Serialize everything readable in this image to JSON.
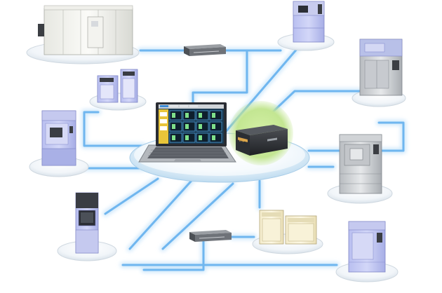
{
  "hub": {
    "laptop": {
      "label": "monitoring-software-laptop",
      "icon": "laptop-icon"
    },
    "controller": {
      "label": "network-controller",
      "icon": "controller-box-icon",
      "logo": "espec",
      "highlight": "#c8ea9b"
    }
  },
  "network": {
    "cable_color": "#6fb6ef",
    "glow_color": "#cfe8fb"
  },
  "devices": [
    {
      "id": "walk-in-chamber",
      "icon": "walk-in-chamber-icon"
    },
    {
      "id": "network-switch-top",
      "icon": "network-switch-icon"
    },
    {
      "id": "small-benchtop-chambers",
      "icon": "benchtop-chamber-icon"
    },
    {
      "id": "standalone-chamber-left",
      "icon": "environmental-chamber-icon"
    },
    {
      "id": "display-chamber-bottom-left",
      "icon": "chamber-with-screen-icon"
    },
    {
      "id": "tall-chamber-top-right",
      "icon": "tall-chamber-icon"
    },
    {
      "id": "thermal-shock-chamber",
      "icon": "thermal-shock-chamber-icon"
    },
    {
      "id": "steel-chamber-right",
      "icon": "steel-chamber-icon"
    },
    {
      "id": "network-switch-bottom",
      "icon": "network-switch-icon"
    },
    {
      "id": "cream-ovens",
      "icon": "oven-icon"
    },
    {
      "id": "chamber-bottom-right",
      "icon": "compact-chamber-icon"
    }
  ]
}
